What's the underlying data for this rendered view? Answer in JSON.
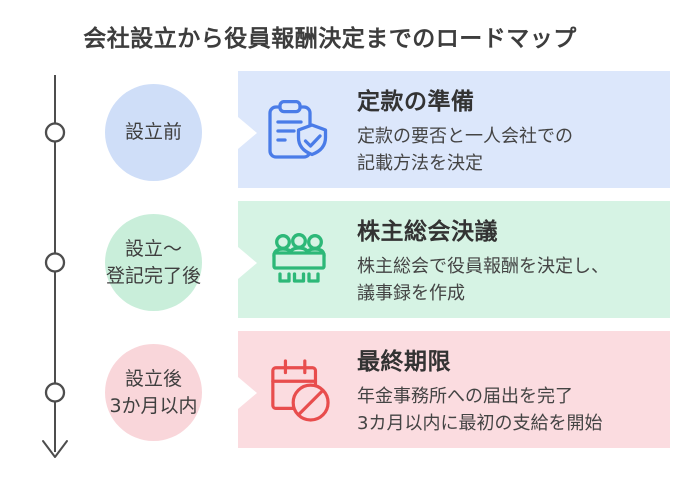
{
  "title": "会社設立から役員報酬決定までのロードマップ",
  "colors": {
    "page_bg": "#ffffff",
    "title_text": "#3d3d3d",
    "heading_text": "#333333",
    "body_text": "#444444",
    "timeline_stroke": "#4d4d4d"
  },
  "timeline": {
    "direction": "top-to-bottom",
    "node_count": 3,
    "end": "arrow-down"
  },
  "stages": [
    {
      "label_lines": [
        "設立前"
      ],
      "circle_color": "#cfdef8",
      "card_bg": "#dce7fb",
      "icon": "clipboard-check-icon",
      "icon_color": "#4a7ce8",
      "heading": "定款の準備",
      "body_lines": [
        "定款の要否と一人会社での",
        "記載方法を決定"
      ]
    },
    {
      "label_lines": [
        "設立～",
        "登記完了後"
      ],
      "circle_color": "#c9eeda",
      "card_bg": "#d6f3e4",
      "icon": "meeting-table-icon",
      "icon_color": "#2db878",
      "heading": "株主総会決議",
      "body_lines": [
        "株主総会で役員報酬を決定し、",
        "議事録を作成"
      ]
    },
    {
      "label_lines": [
        "設立後",
        "3か月以内"
      ],
      "circle_color": "#f9d6da",
      "card_bg": "#fbdce0",
      "icon": "calendar-deadline-icon",
      "icon_color": "#e84d4d",
      "heading": "最終期限",
      "body_lines": [
        "年金事務所への届出を完了",
        "3カ月以内に最初の支給を開始"
      ]
    }
  ]
}
